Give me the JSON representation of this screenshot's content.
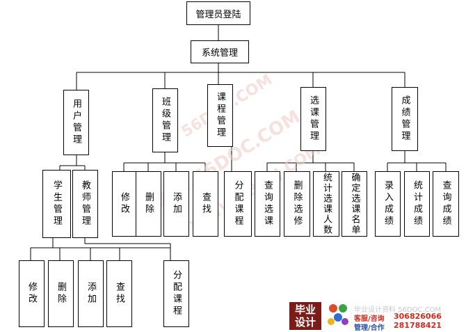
{
  "root": "管理员登陆",
  "system": "系统管理",
  "modules": [
    {
      "label": "用户管理"
    },
    {
      "label": "班级管理"
    },
    {
      "label": "课程管理"
    },
    {
      "label": "选课管理"
    },
    {
      "label": "成绩管理"
    }
  ],
  "user_sub": [
    "学生管理",
    "教师管理"
  ],
  "class_ops": [
    "修改",
    "删除",
    "添加",
    "查找"
  ],
  "course_ops": [
    "分配课程"
  ],
  "select_ops": [
    "查询选课",
    "删除选修",
    "统计选课人数",
    "确定选课名单"
  ],
  "grade_ops": [
    "录入成绩",
    "统计成绩",
    "查询成绩"
  ],
  "student_ops": [
    "修改",
    "删除",
    "添加",
    "查找"
  ],
  "teacher_ops": [
    "分配课程"
  ],
  "watermark": [
    "WWW.56DOC.COM",
    "WWW.2BYSJ.COM",
    "56DOC.COM"
  ],
  "footer": {
    "logo": "毕业设计",
    "site": "毕业设计资料 56DOC.COM",
    "service_label": "客服/咨询",
    "service_qq": "306826066",
    "manage_label": "管理/合作",
    "manage_qq": "281788421"
  }
}
